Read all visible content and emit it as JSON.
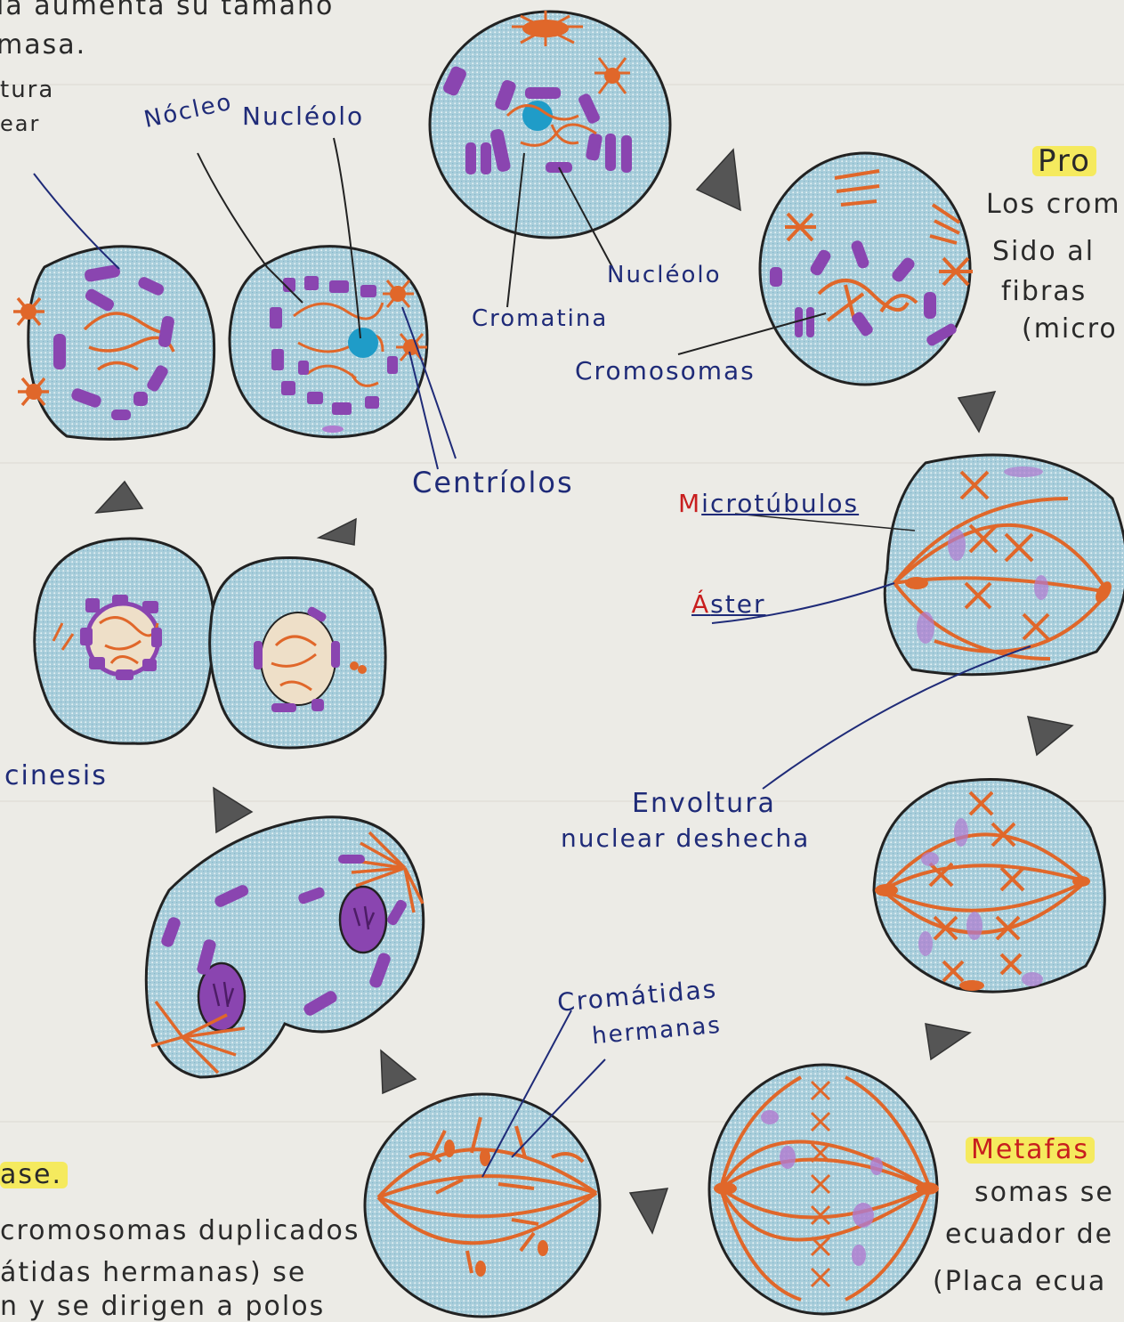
{
  "colors": {
    "paper": "#ecebe6",
    "cell_fill": "#a9cedb",
    "chromosome": "#8a45b0",
    "fiber": "#e0672a",
    "nucleolus": "#1f9cc8",
    "ink_blue": "#1f2b78",
    "ink_red": "#c81e1e",
    "highlight": "#f8ea3c",
    "arrow": "#555555"
  },
  "notes": {
    "top_left": [
      "la aumenta su tamaño",
      "masa.",
      "tura",
      "ear"
    ],
    "prophase": {
      "title": "Pro",
      "lines": [
        "Los crom",
        "Sido al",
        "fibras",
        "(micro"
      ]
    },
    "anaphase": {
      "title": "ase.",
      "lines": [
        "cromosomas duplicados",
        "átidas hermanas) se",
        "n y se dirigen a polos"
      ]
    },
    "metaphase": {
      "title": "Metafas",
      "lines": [
        "somas se",
        "ecuador de",
        "(Placa ecua"
      ]
    }
  },
  "labels": {
    "nucleo": "Nócleo",
    "nucleolo": "Nucléolo",
    "nucleolo2": "Nucléolo",
    "cromatina": "Cromatina",
    "cromosomas": "Cromosomas",
    "centriolos": "Centríolos",
    "microtubulos_m": "M",
    "microtubulos_rest": "icrotúbulos",
    "aster_a": "Á",
    "aster_rest": "ster",
    "envoltura_1": "Envoltura",
    "envoltura_2": "nuclear deshecha",
    "citocinesis": "cinesis",
    "cromatidas_1": "Cromátidas",
    "cromatidas_2": "hermanas"
  },
  "icons": [
    "cycle-arrow-icon"
  ]
}
